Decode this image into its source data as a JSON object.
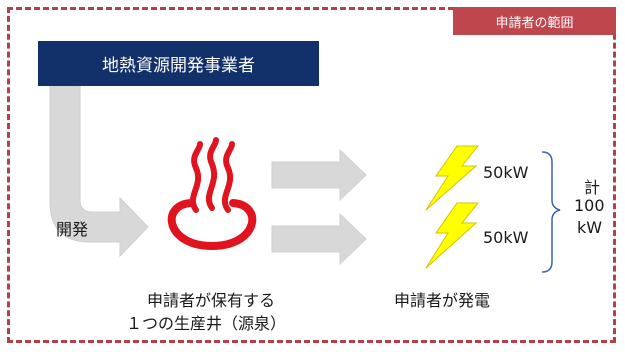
{
  "scope_label": "申請者の範囲",
  "company": "地熱資源開発事業者",
  "develop_label": "開発",
  "well_label_line1": "申請者が保有する",
  "well_label_line2": "１つの生産井（源泉）",
  "gen_top_label": "50kW",
  "gen_bottom_label": "50kW",
  "total_line1": "計",
  "total_line2": "100",
  "total_line3": "kW",
  "gen_caption": "申請者が発電",
  "colors": {
    "scope_border": "#b5404a",
    "company_fill": "#12306a",
    "arrow_fill": "#d8d8d8",
    "spring_red": "#e0141e",
    "bolt_yellow": "#ffff00",
    "bracket_blue": "#3b63b0"
  }
}
